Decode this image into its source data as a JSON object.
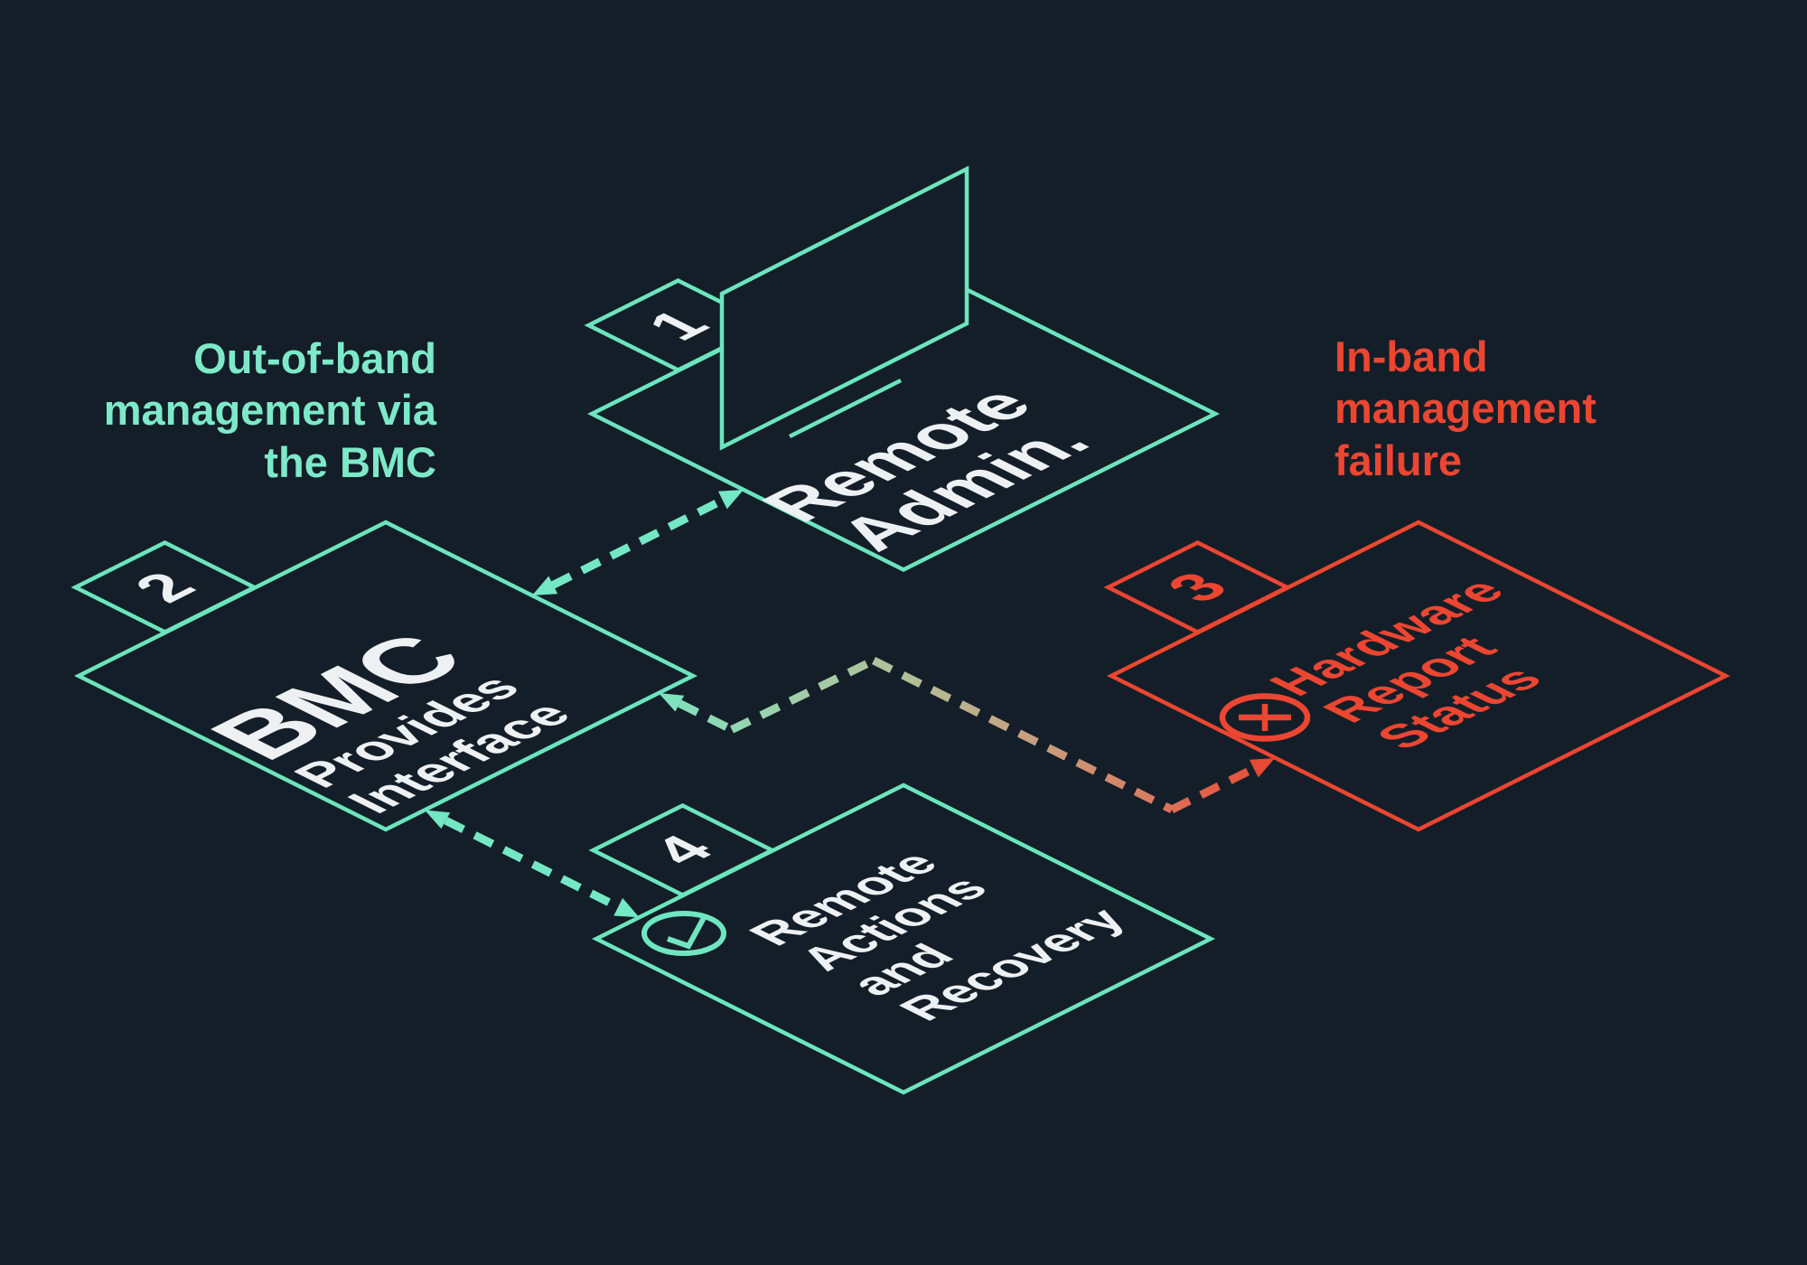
{
  "diagram": {
    "type": "isometric-flow",
    "topic": "BMC out-of-band management",
    "background_color": "#141E28",
    "accent_teal": "#6CE5BF",
    "accent_red": "#EC4632",
    "text_white": "#EEF1F4",
    "gradient_connector": [
      "#7FE2BF",
      "#9DD0AB",
      "#B4BD96",
      "#C6A081",
      "#D68266",
      "#E64A34"
    ]
  },
  "annotations": {
    "left": {
      "lines": [
        "Out-of-band",
        "management via",
        "the BMC"
      ],
      "color": "#7DE9C9"
    },
    "right": {
      "lines": [
        "In-band",
        "management",
        "failure"
      ],
      "color": "#EC4632"
    }
  },
  "nodes": [
    {
      "number": "1",
      "lines": [
        "Remote",
        "Admin."
      ],
      "scheme": "teal",
      "icon": "laptop-icon"
    },
    {
      "number": "2",
      "lines": [
        "BMC",
        "Provides",
        "Interface"
      ],
      "scheme": "teal",
      "icon": null
    },
    {
      "number": "3",
      "lines": [
        "Hardware",
        "Report",
        "Status"
      ],
      "scheme": "red",
      "icon": "x-circle-icon"
    },
    {
      "number": "4",
      "lines": [
        "Remote",
        "Actions",
        "and",
        "Recovery"
      ],
      "scheme": "teal",
      "icon": "check-circle-icon"
    }
  ],
  "connectors": [
    {
      "from": "1",
      "to": "2",
      "style": "dashed",
      "color": "#74E7C4",
      "arrows": "both"
    },
    {
      "from": "2",
      "to": "4",
      "style": "dashed",
      "color": "#74E7C4",
      "arrows": "both"
    },
    {
      "from": "2",
      "to": "3",
      "style": "dashed-gradient",
      "color": "teal-to-red",
      "arrows": "both"
    }
  ]
}
